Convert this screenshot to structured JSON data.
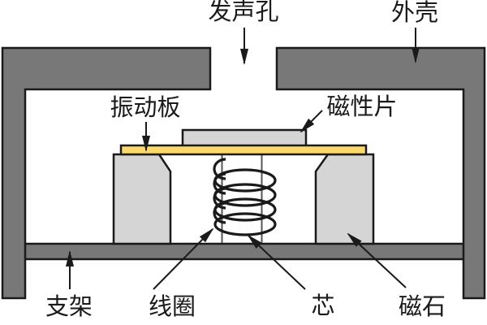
{
  "labels": {
    "sound_hole": "发声孔",
    "housing": "外壳",
    "vibration_plate": "振动板",
    "magnetic_piece": "磁性片",
    "bracket": "支架",
    "coil": "线圈",
    "core": "芯",
    "magnet": "磁石"
  },
  "colors": {
    "background": "#FFFFFF",
    "housing_dark": "#787878",
    "component_light": "#D5D5D5",
    "plate_yellow": "#FBD96B",
    "outline": "#1A1A1A",
    "label_text": "#1A1A1A",
    "core_line": "#555555",
    "coil_stroke": "#1A1A1A"
  }
}
